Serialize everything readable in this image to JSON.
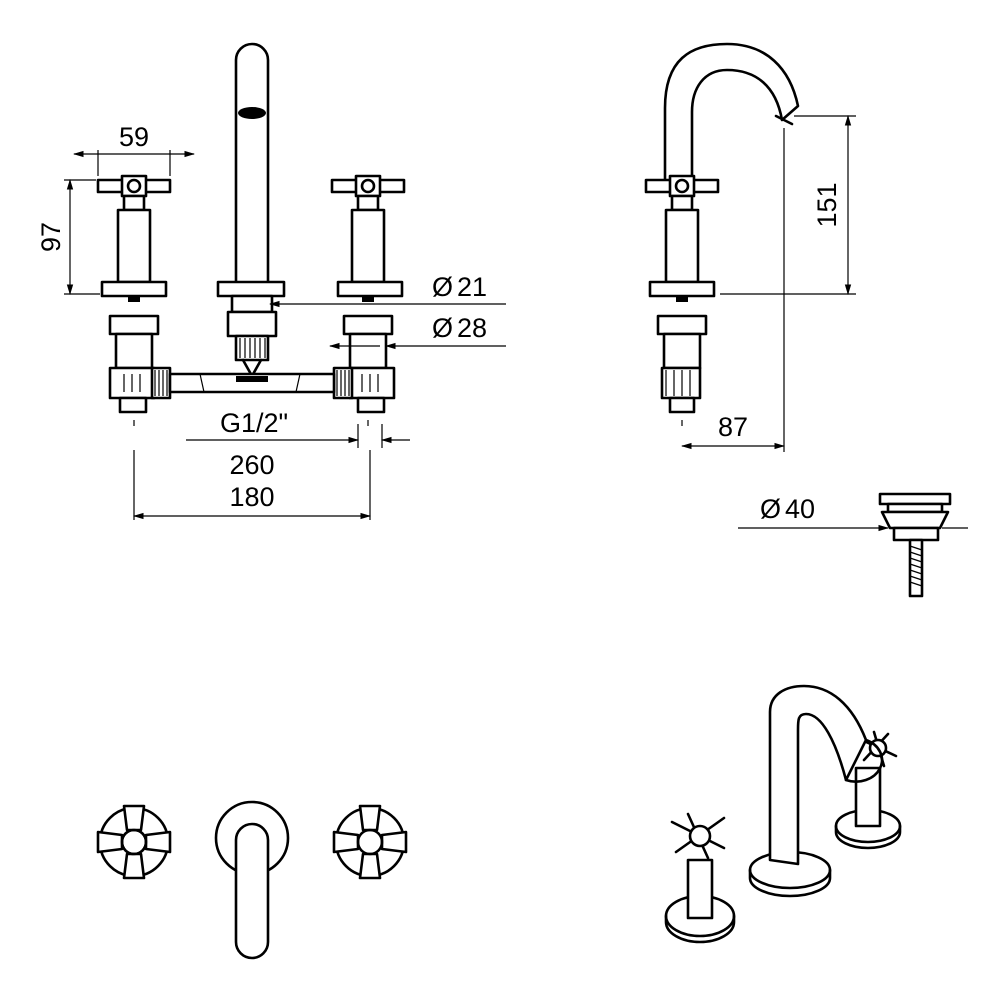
{
  "dimensions": {
    "handle_width": "59",
    "handle_height": "97",
    "pipe_diameter_small": "21",
    "pipe_diameter_large": "28",
    "thread": "G1/2\"",
    "spread_max": "260",
    "spread_min": "180",
    "spout_height": "151",
    "spout_reach": "87",
    "drain_diameter": "40"
  },
  "symbols": {
    "diameter": "Ø"
  }
}
